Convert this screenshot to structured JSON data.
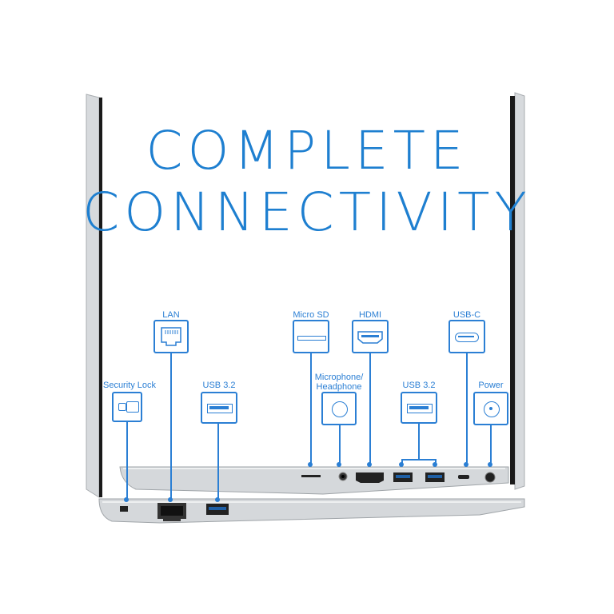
{
  "headline": {
    "line1": "COMPLETE",
    "line2": "CONNECTIVITY"
  },
  "ports": {
    "security_lock": "Security Lock",
    "lan": "LAN",
    "usb_left": "USB 3.2",
    "micro_sd": "Micro SD",
    "hdmi": "HDMI",
    "mic_line1": "Microphone/",
    "mic_line2": "Headphone",
    "usb_right": "USB 3.2",
    "usb_c": "USB-C",
    "power": "Power"
  },
  "colors": {
    "accent": "#2b7fd4",
    "chassis": "#c9cdd1",
    "bezel": "#1a1a1a"
  },
  "icons": [
    "lock-icon",
    "ethernet-icon",
    "usb-a-icon",
    "sd-card-icon",
    "hdmi-icon",
    "headphone-jack-icon",
    "usb-c-icon",
    "power-jack-icon"
  ]
}
